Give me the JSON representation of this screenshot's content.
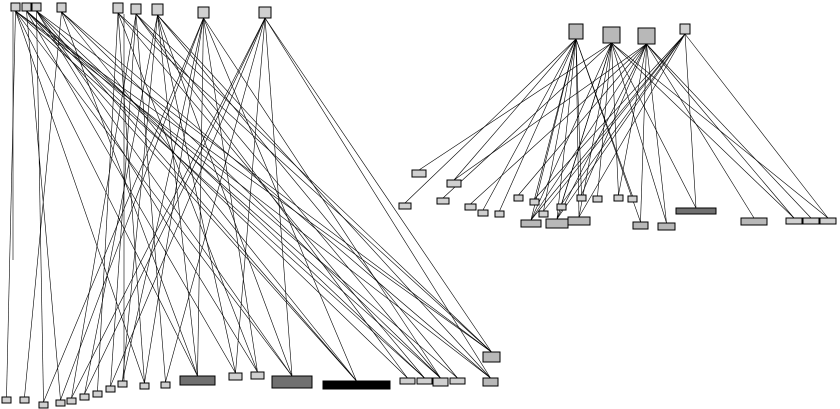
{
  "colors": {
    "background": "#ffffff",
    "stroke": "#000000",
    "light": "#d0d0d0",
    "mid": "#b8b8b8",
    "dark": "#707070",
    "black": "#000000"
  },
  "graph_left": {
    "source_count": 10,
    "target_count": 26,
    "edge_count": 58
  },
  "graph_right": {
    "source_count": 4,
    "target_count": 25,
    "edge_count": 44
  }
}
